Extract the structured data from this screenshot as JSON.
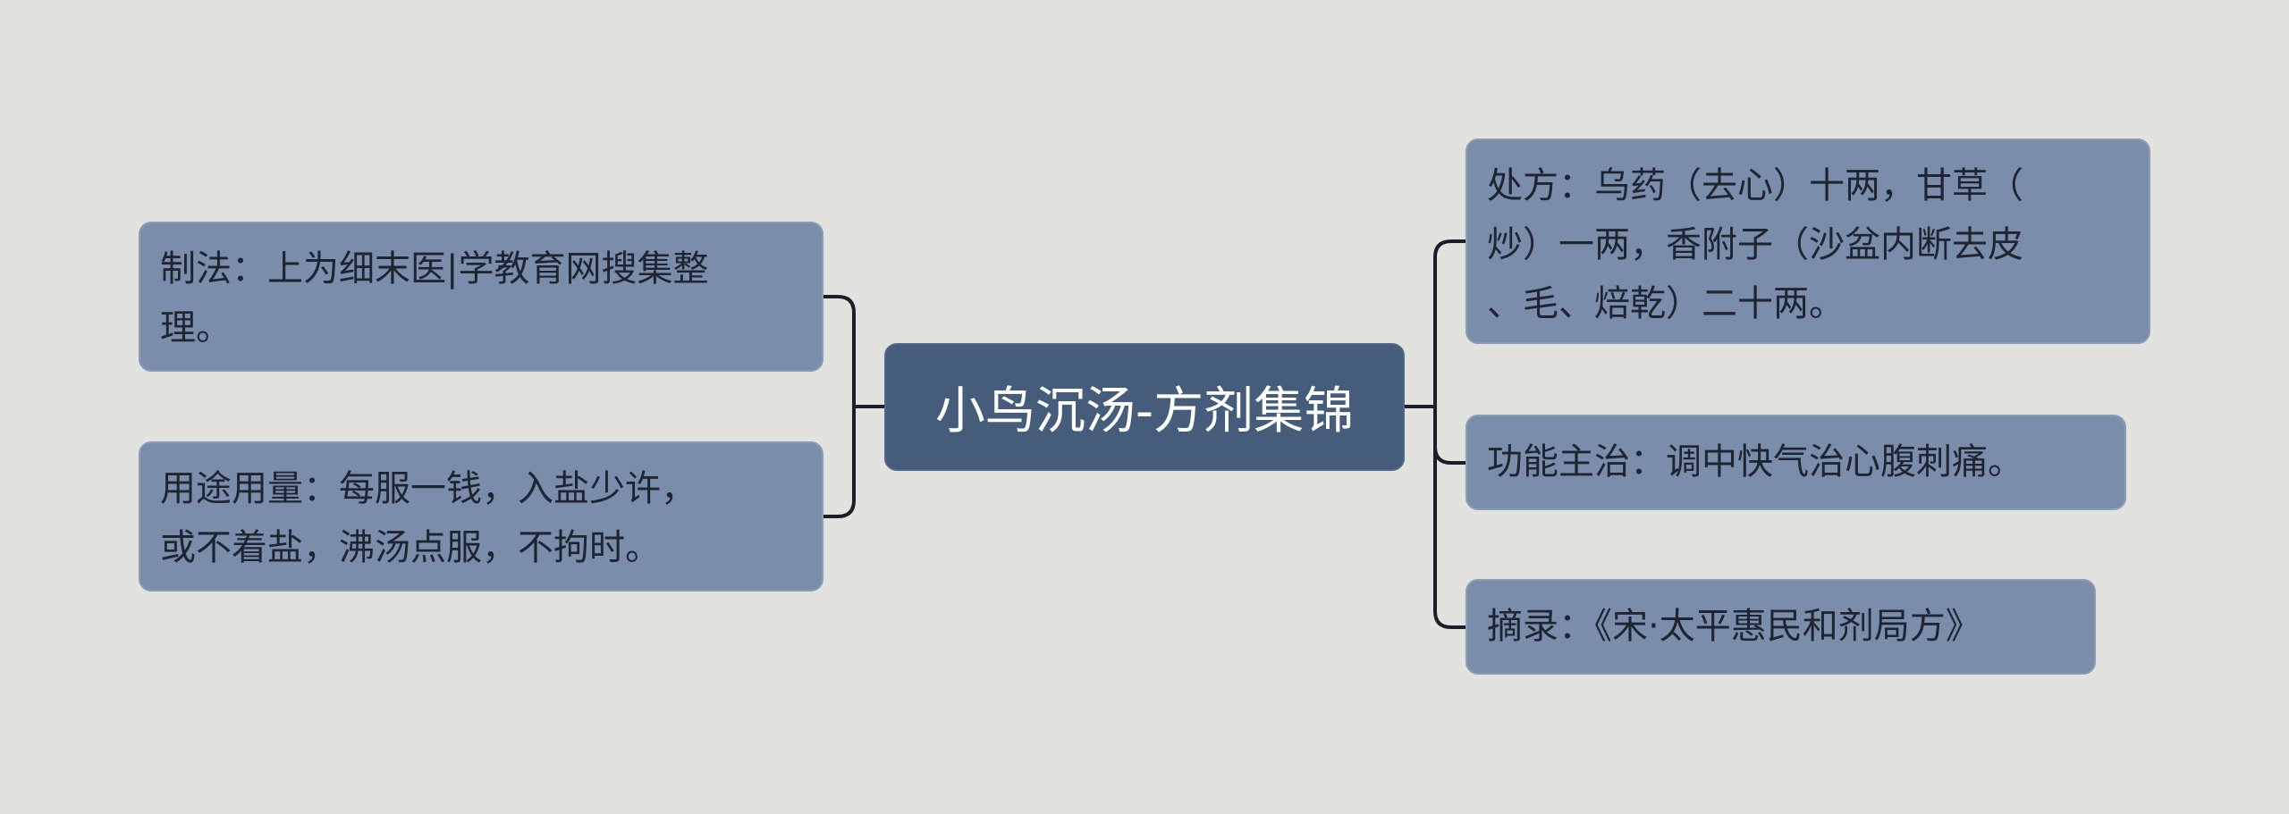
{
  "root": {
    "title": "小鸟沉汤-方剂集锦"
  },
  "left_branches": [
    {
      "lines": [
        "制法：上为细末医|学教育网搜集整",
        "理。"
      ]
    },
    {
      "lines": [
        "用途用量：每服一钱，入盐少许，",
        "或不着盐，沸汤点服，不拘时。"
      ]
    }
  ],
  "right_branches": [
    {
      "lines": [
        "处方：乌药（去心）十两，甘草（",
        "炒）一两，香附子（沙盆内断去皮",
        "、毛、焙乾）二十两。"
      ]
    },
    {
      "lines": [
        "功能主治：调中快气治心腹刺痛。"
      ]
    },
    {
      "lines": [
        "摘录：《宋·太平惠民和剂局方》"
      ]
    }
  ],
  "colors": {
    "background": "#e2e3de",
    "root_fill": "#455c7a",
    "branch_fill": "#7a8dab",
    "connector": "#1a1f2b"
  }
}
